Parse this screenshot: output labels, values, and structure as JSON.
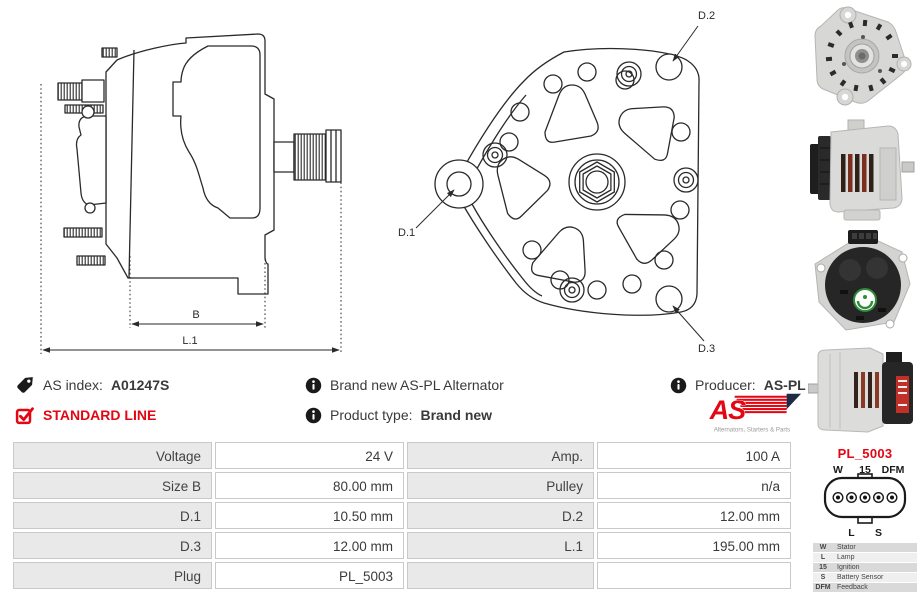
{
  "drawings": {
    "side": {
      "dim_b": "B",
      "dim_l1": "L.1"
    },
    "front": {
      "d1": "D.1",
      "d2": "D.2",
      "d3": "D.3"
    }
  },
  "info": {
    "as_index_label": "AS index:",
    "as_index_value": "A01247S",
    "standard_line": "STANDARD LINE",
    "description": "Brand new AS-PL Alternator",
    "product_type_label": "Product type:",
    "product_type_value": "Brand new",
    "producer_label": "Producer:",
    "producer_value": "AS-PL"
  },
  "logo": {
    "text": "AS",
    "tagline": "Alternators, Starters & Parts"
  },
  "icons": {
    "as_index": "tag-icon",
    "standard_line": "checkbox-checked-icon",
    "description": "info-icon",
    "product_type": "info-icon",
    "producer": "info-icon"
  },
  "table": {
    "rows": [
      {
        "l1": "Voltage",
        "v1": "24 V",
        "l2": "Amp.",
        "v2": "100 A"
      },
      {
        "l1": "Size B",
        "v1": "80.00 mm",
        "l2": "Pulley",
        "v2": "n/a"
      },
      {
        "l1": "D.1",
        "v1": "10.50 mm",
        "l2": "D.2",
        "v2": "12.00 mm"
      },
      {
        "l1": "D.3",
        "v1": "12.00 mm",
        "l2": "L.1",
        "v2": "195.00 mm"
      },
      {
        "l1": "Plug",
        "v1": "PL_5003",
        "l2": "",
        "v2": ""
      }
    ]
  },
  "plug": {
    "name": "PL_5003",
    "top_labels": [
      "W",
      "15",
      "DFM"
    ],
    "bottom_labels": [
      "L",
      "S"
    ],
    "legend": [
      {
        "key": "W",
        "desc": "Stator"
      },
      {
        "key": "L",
        "desc": "Lamp"
      },
      {
        "key": "15",
        "desc": "Ignition"
      },
      {
        "key": "S",
        "desc": "Battery Sensor"
      },
      {
        "key": "DFM",
        "desc": "Feedback"
      }
    ]
  },
  "colors": {
    "accent_red": "#e30613",
    "drawing_line": "#2a2a2a",
    "table_label_bg": "#e9e9e9",
    "table_border": "#c9c9c9",
    "legend_row_dark": "#d9d9d9",
    "sticker_green": "#2e8b3a"
  }
}
